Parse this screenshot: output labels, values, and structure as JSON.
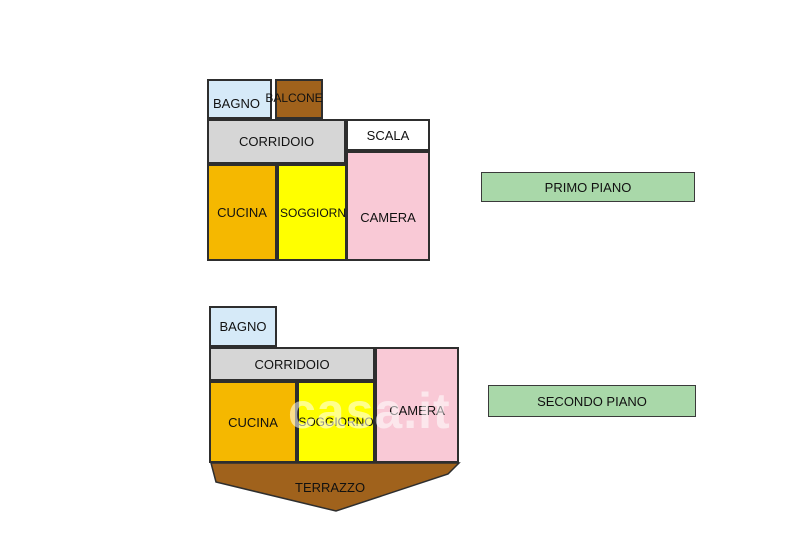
{
  "floors": [
    {
      "label": "PRIMO PIANO",
      "rooms": {
        "bagno": "BAGNO",
        "balcone": "BALCONE",
        "corridoio": "CORRIDOIO",
        "scala": "SCALA",
        "cucina": "CUCINA",
        "soggiorno": "SOGGIORNO",
        "camera": "CAMERA"
      }
    },
    {
      "label": "SECONDO PIANO",
      "rooms": {
        "bagno": "BAGNO",
        "corridoio": "CORRIDOIO",
        "cucina": "CUCINA",
        "soggiorno": "SOGGIORNO",
        "camera": "CAMERA",
        "terrazzo": "TERRAZZO"
      }
    }
  ],
  "watermark": "casa.it",
  "colors": {
    "bagno": "#d6eaf8",
    "balcone": "#a0621c",
    "corridoio": "#d6d6d6",
    "scala": "#ffffff",
    "cucina": "#f5b800",
    "soggiorno": "#ffff00",
    "camera": "#f9c9d6",
    "terrazzo": "#a0621c",
    "label": "#a9d8a9"
  }
}
